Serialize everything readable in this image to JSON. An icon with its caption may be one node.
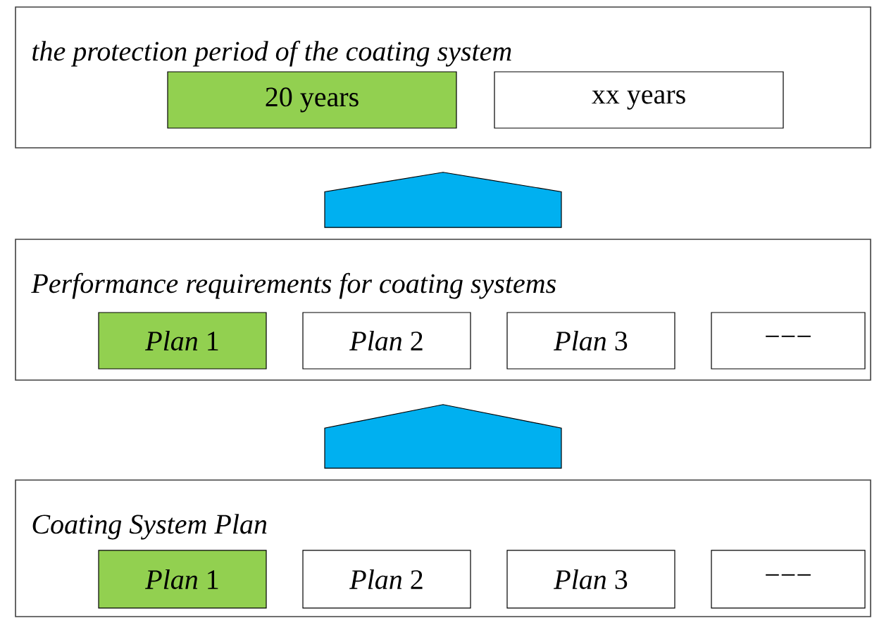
{
  "diagram": {
    "nodes": [
      {
        "text": [
          "the protection period of the coating system"
        ]
      },
      {
        "text": [
          "20 years"
        ],
        "in": 0
      },
      {
        "text": [
          "xx years"
        ],
        "in": 0
      },
      {
        "text": [
          "Performance requirements for coating systems"
        ]
      },
      {
        "text": [
          "*Plan* 1"
        ],
        "in": 3
      },
      {
        "text": [
          "*Plan* 2"
        ],
        "in": 3
      },
      {
        "text": [
          "*Plan* 3"
        ],
        "in": 3
      },
      {
        "text": [
          "−−−"
        ],
        "in": 3
      },
      {
        "text": [
          "Coating System Plan"
        ]
      },
      {
        "text": [
          "*Plan* 1"
        ],
        "in": 8
      },
      {
        "text": [
          "*Plan* 2"
        ],
        "in": 8
      },
      {
        "text": [
          "*Plan* 3"
        ],
        "in": 8
      },
      {
        "text": [
          "−−−"
        ],
        "in": 8
      }
    ],
    "edges": [
      {
        "from": 3,
        "to": 0,
        "arrow": "to"
      },
      {
        "from": 8,
        "to": 3,
        "arrow": "to"
      }
    ]
  }
}
